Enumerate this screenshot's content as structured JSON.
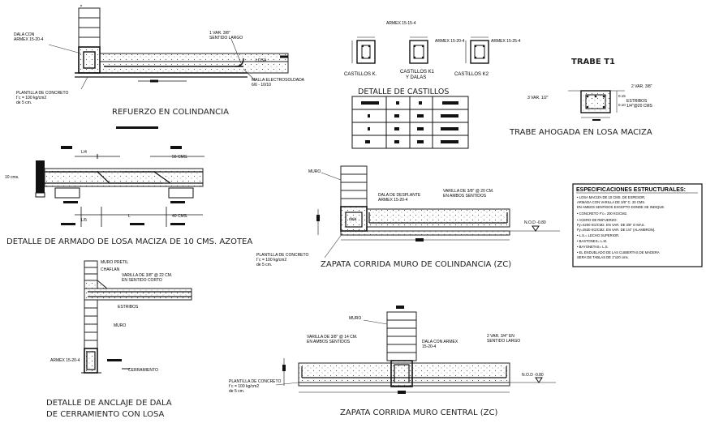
{
  "main_titles": {
    "refuerzo": "REFUERZO EN COLINDANCIA",
    "losa_maciza": "DETALLE DE ARMADO DE LOSA MACIZA DE 10 CMS. AZOTEA",
    "anclaje_l1": "DETALLE DE ANCLAJE DE DALA",
    "anclaje_l2": "DE CERRAMIENTO CON LOSA",
    "zapata_colindancia": "ZAPATA CORRIDA MURO DE COLINDANCIA (ZC)",
    "zapata_central": "ZAPATA CORRIDA MURO  CENTRAL (ZC)",
    "castillos": "DETALLE DE CASTILLOS",
    "trabe_ahogada": "TRABE AHOGADA EN LOSA MACIZA",
    "trabe_t1": "TRABE T1"
  },
  "refuerzo_labels": {
    "dala_con": "DALA CON",
    "armex": "ARMEX 15-20-4",
    "var_sup": "1 VAR. 3/8\"",
    "sentido_largo": "SENTIDO LARGO",
    "losa": "LOSA",
    "malla": "MALLA ELECTROSOLDADA",
    "malla_spec": "6/6 - 10/10",
    "plantilla": "PLANTILLA DE CONCRETO",
    "fc": "f`c = 100 kg/cm2",
    "de5": "de 5 cm."
  },
  "castillos": {
    "armex_k": "ARMEX 15-15-4",
    "armex_k1": "ARMEX 15-20-4",
    "armex_k2": "ARMEX 15-25-4",
    "lbl_k": "CASTILLOS   K.",
    "lbl_k1a": "CASTILLOS   K1",
    "lbl_k1b": "Y DALAS",
    "lbl_k2": "CASTILLOS   K2"
  },
  "trabe_labels": {
    "var_12": "3 VAR. 1/2\"",
    "var_38": "2 VAR. 3/8\"",
    "estribos": "ESTRIBOS",
    "estribos_spec": "1/4\"@20 CMS",
    "d15": "0.15",
    "d10": "0.10"
  },
  "losa_labels": {
    "l4": "L/4",
    "cms50": "50 CMS.",
    "cms10": "10 cms.",
    "l5": "L/5",
    "l": "L",
    "cms40": "40 CMS."
  },
  "zc_colindancia": {
    "muro": "MURO",
    "dala_desplante": "DALA DE DESPLANTE",
    "armex": "ARMEX 15-20-4",
    "varilla": "VARILLA DE 3/8\" @ 20 CM.",
    "ambos": "EN AMBOS SENTIDOS",
    "dala": "dala",
    "nod": "N.O.D -0.80",
    "plantilla": "PLANTILLA DE CONCRETO",
    "fc": "f`c = 100 kg/cm2",
    "de5": "de 5 cm."
  },
  "especificaciones": {
    "heading": "ESPECIFICACIONES ESTRUCTURALES:",
    "lines": [
      "• LOSA MACIZA DE 10 CMS. DE ESPESOR,",
      "  ARMADA CON VARILLA DE 3/8\" C. 20 CMS.",
      "  EN AMBOS SENTIDOS EXCEPTO DONDE SE INDIQUE.",
      "• CONCRETO F'c= 200 KG/CM2.",
      "• ACERO DE REFUERZO:",
      "  Fy=4200 KG/CM2. EN VAR. DE 3/8\" O MAS.",
      "  Fy=2530 KG/CM2. EN VAR. DE 1/4\" (ALAMBRON).",
      "• L.S.= LECHO SUPERIOR.",
      "• BASTONES= L.M.",
      "• BAYONETAS= L.S.",
      "• EL ENDUELADO DE LAS CUBIERTAS DE MADERA",
      "  SERA DE TABLAS DE 1\"x20 cms."
    ]
  },
  "anclaje_labels": {
    "muro_pretil": "MURO PRETIL",
    "chaflan": "CHAFLAN",
    "varilla": "VARILLA DE 3/8\" @ 22 CM.",
    "sentido": "EN SENTIDO CORTO",
    "estribos": "ESTRIBOS",
    "muro": "MURO",
    "armex": "ARMEX 15-20-4",
    "cerramiento": "CERRAMIENTO"
  },
  "zc_central": {
    "muro": "MURO",
    "varilla": "VARILLA DE 3/8\" @ 14 CM.",
    "ambos": "EN AMBOS SENTIDOS",
    "dala_armex": "DALA CON ARMEX",
    "armex": "15-20-4",
    "var34": "2 VAR. 3/4\" EN",
    "sentido_largo": "SENTIDO LARGO",
    "nod": "N.O.D -0.80",
    "plantilla": "PLANTILLA DE CONCRETO",
    "fc": "f`c = 100 kg/cm2",
    "de5": "de 5 cm."
  }
}
